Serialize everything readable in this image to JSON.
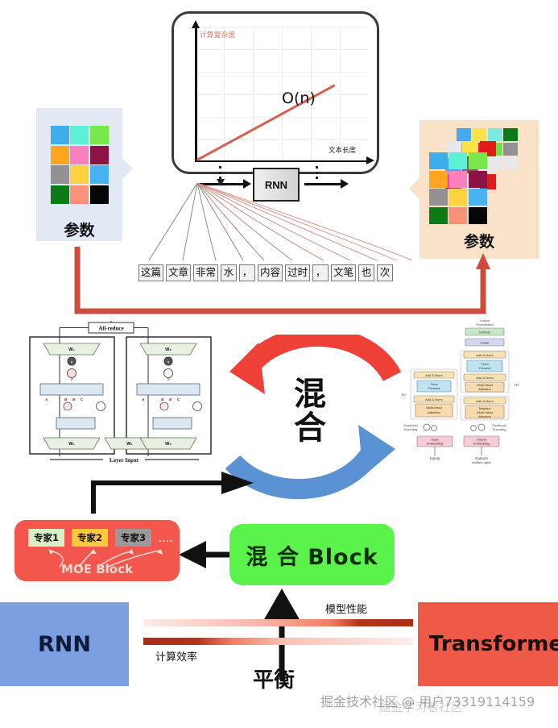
{
  "chart_data": {
    "type": "line",
    "title": "",
    "ylabel": "计算复杂度",
    "xlabel": "文本长度",
    "annotation": "O(n)",
    "grid": true,
    "x": [
      0,
      1
    ],
    "series": [
      {
        "name": "O(n)",
        "values": [
          0,
          1
        ],
        "color": "#d4604f"
      }
    ],
    "xlim": [
      0,
      1
    ],
    "ylim": [
      0,
      1
    ]
  },
  "rnn_flow": {
    "cell_label": "RNN",
    "tokens": [
      "这篇",
      "文章",
      "非常",
      "水",
      "，",
      "内容",
      "过时",
      "，",
      "文笔",
      "也",
      "次"
    ]
  },
  "params": {
    "left": {
      "label": "参数",
      "bg": "#e2e9f5",
      "grid_colors": [
        "#3daeea",
        "#5cf0d8",
        "#79e84a",
        "#ffa51f",
        "#fc7fbd",
        "#8c1345",
        "#929292",
        "#ffd23f",
        "#49b2f0",
        "#0c7a16",
        "#fa9277",
        "#050505"
      ]
    },
    "right": {
      "label": "参数",
      "bg": "#fae2c8",
      "grid_colors": [
        "#3daeea",
        "#5cf0d8",
        "#79e84a",
        "#ffa51f",
        "#fc7fbd",
        "#8c1345",
        "#929292",
        "#ffd23f",
        "#49b2f0",
        "#0c7a16",
        "#fa9277",
        "#050505"
      ],
      "layer2_colors": [
        "#e8e8e8",
        "#ffe24a",
        "#e01b15",
        "#4aa8ef",
        "#6b6b6b",
        "#e8e8e8",
        "#e2247f",
        "#e8e8e8",
        "#e01b15"
      ],
      "layer3_colors": [
        "#4aa8ef",
        "#ffe24a",
        "#7ee8e0",
        "#0c7a16",
        "#fa9277",
        "#e0147a",
        "#6fe04a",
        "#929292",
        "#0c7a16",
        "#ffe24a",
        "#e8e8e8",
        "#e8e8e8"
      ]
    }
  },
  "parallel_diagram": {
    "top_label": "All-reduce",
    "bottom_label": "Layer Input",
    "weights": [
      "W₁⁽ᴼ⁾",
      "W₂⁽ᴼ⁾",
      "W₁⁽ᴬ⁾",
      "W₁⁽ᴮ⁾",
      "W₂⁽ᴬ⁾",
      "W₂⁽ᴮ⁾"
    ],
    "markers": [
      "A",
      "B",
      "C"
    ],
    "node_label": "g"
  },
  "transformer_diagram": {
    "top_label": "Output\nProbabilities",
    "blocks_left": [
      "Add & Norm",
      "Feed Forward",
      "Add & Norm",
      "Multi-Head Attention"
    ],
    "blocks_right": [
      "Softmax",
      "Linear",
      "Add & Norm",
      "Feed Forward",
      "Add & Norm",
      "Multi-Head Attention",
      "Add & Norm",
      "Masked Multi-Head Attention"
    ],
    "embeddings": [
      "Input Embedding",
      "Output Embedding"
    ],
    "positional": "Positional Encoding",
    "inputs_label": "Inputs",
    "outputs_label": "Outputs (shifted right)",
    "stack_label": "N×"
  },
  "center": {
    "mix_label_1": "混",
    "mix_label_2": "合",
    "red_arrow_color": "#ee4037",
    "blue_arrow_color": "#5b92d4"
  },
  "moe_block": {
    "caption": "MOE Block",
    "bg": "#f2564c",
    "experts": [
      {
        "label": "专家1",
        "color": "#d8f0c8"
      },
      {
        "label": "专家2",
        "color": "#ffc83d"
      },
      {
        "label": "专家3",
        "color": "#9a9a9a"
      }
    ],
    "ellipsis": "...."
  },
  "hybrid_block": {
    "label": "混 合 Block",
    "bg": "#5cf24c"
  },
  "bottom": {
    "left_label": "RNN",
    "left_color": "#7b9fe0",
    "right_label": "Transformer",
    "right_color": "#ee5a47",
    "bar_perf_label": "模型性能",
    "bar_eff_label": "计算效率",
    "balance_label": "平衡"
  },
  "watermark": {
    "text": "掘金技术社区 @ 用户73319114159",
    "text2": "掘金学习者社区"
  }
}
